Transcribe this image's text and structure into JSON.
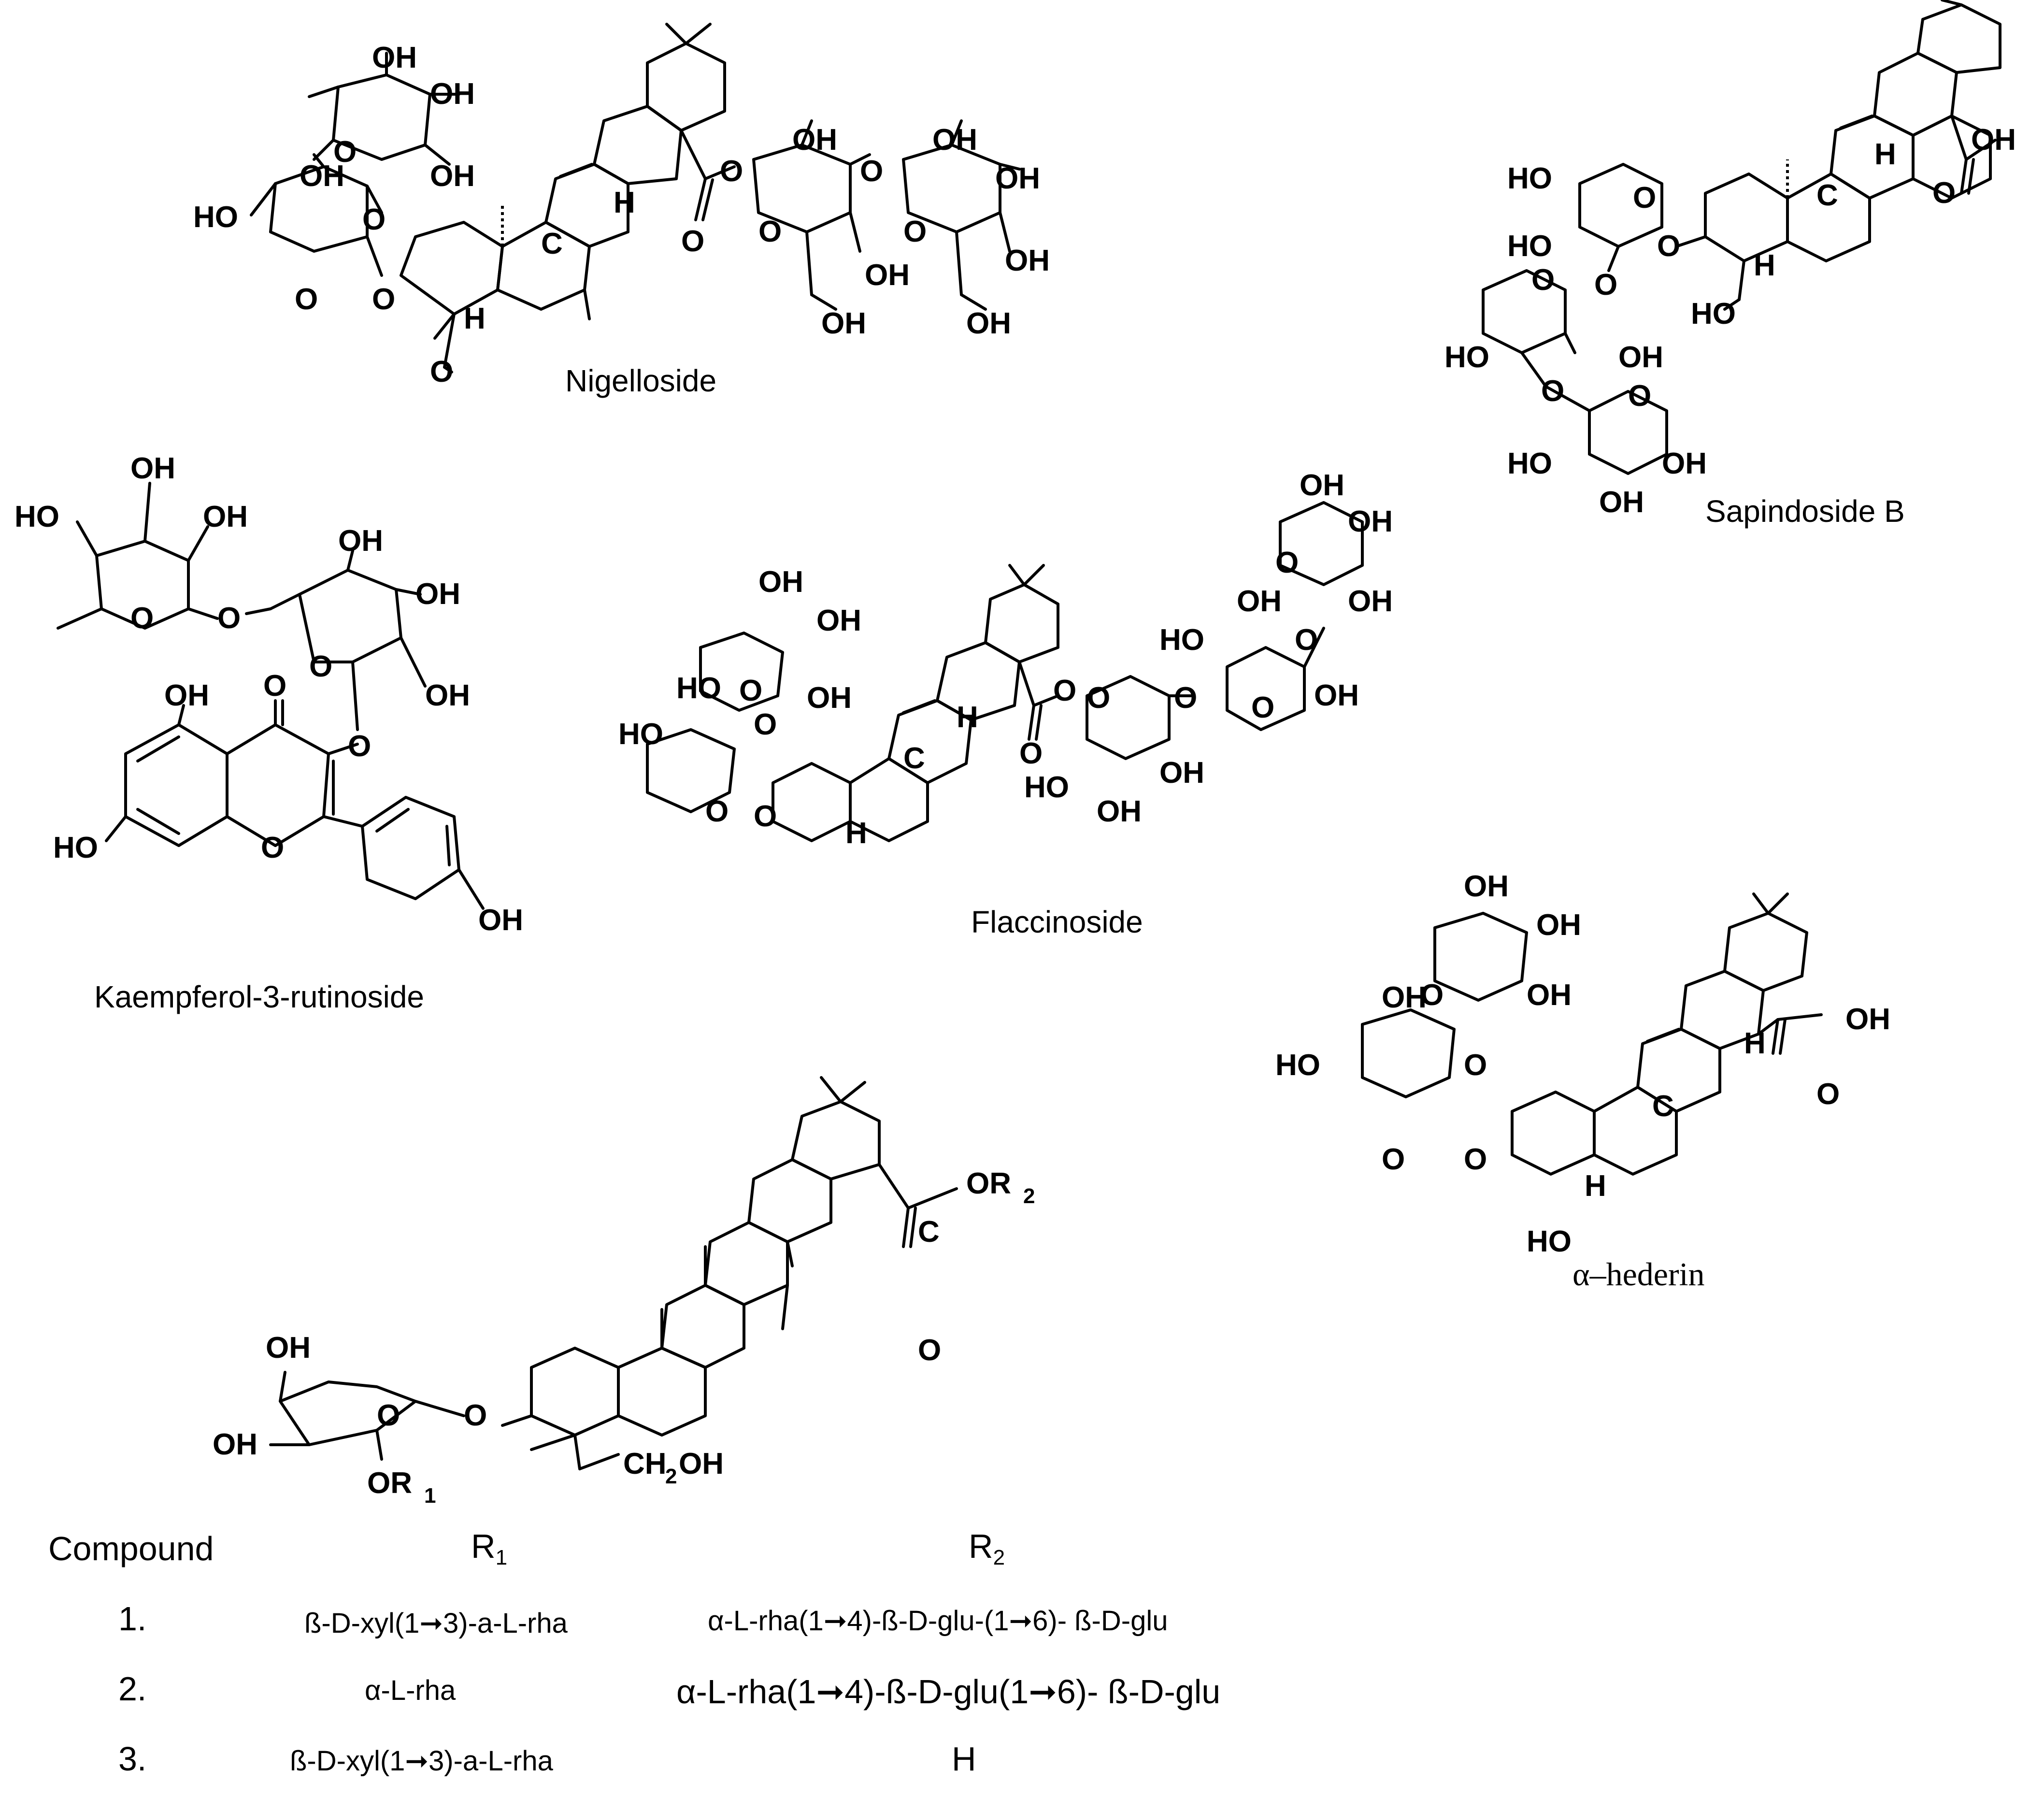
{
  "compounds": {
    "nigelloside": {
      "name": "Nigelloside"
    },
    "sapindoside_b": {
      "name": "Sapindoside B"
    },
    "kaempferol": {
      "name": "Kaempferol-3-rutinoside"
    },
    "flaccinoside": {
      "name": "Flaccinoside"
    },
    "hederin": {
      "name": "α–hederin"
    }
  },
  "atoms": {
    "oh": "OH",
    "ho": "HO",
    "o": "O",
    "h": "H",
    "c": "C",
    "ch2oh": "CH",
    "ch2oh_sub": "2",
    "ch2oh_tail": "OH",
    "or": "OR",
    "r1_sub": "1",
    "r2_sub": "2"
  },
  "table": {
    "header": {
      "compound": "Compound",
      "r1": "R",
      "r1_sub": "1",
      "r2": "R",
      "r2_sub": "2"
    },
    "rows": [
      {
        "num": "1.",
        "r1": "ß-D-xyl(1➞3)-a-L-rha",
        "r2": "α-L-rha(1➞4)-ß-D-glu-(1➞6)- ß-D-glu"
      },
      {
        "num": "2.",
        "r1": "α-L-rha",
        "r2": "α-L-rha(1➞4)-ß-D-glu(1➞6)- ß-D-glu"
      },
      {
        "num": "3.",
        "r1": "ß-D-xyl(1➞3)-a-L-rha",
        "r2": "H"
      }
    ]
  }
}
